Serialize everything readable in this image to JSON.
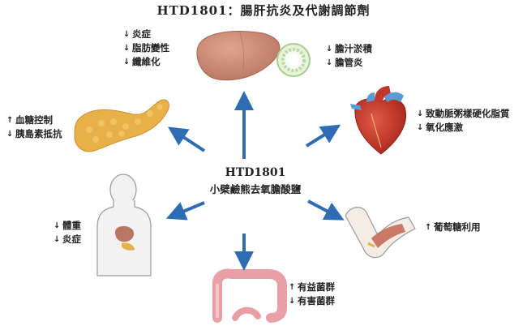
{
  "title": "HTD1801：腸肝抗炎及代謝調節劑",
  "center": {
    "name": "HTD1801",
    "subtitle": "小檗鹼熊去氧膽酸鹽"
  },
  "groups": {
    "liver": [
      {
        "arrow": "↓",
        "text": "炎症"
      },
      {
        "arrow": "↓",
        "text": "脂肪變性"
      },
      {
        "arrow": "↓",
        "text": "纖維化"
      }
    ],
    "bile": [
      {
        "arrow": "↓",
        "text": "膽汁淤積"
      },
      {
        "arrow": "↓",
        "text": "膽管炎"
      }
    ],
    "pancreas": [
      {
        "arrow": "↑",
        "text": "血糖控制"
      },
      {
        "arrow": "↓",
        "text": "胰島素抵抗"
      }
    ],
    "heart": [
      {
        "arrow": "↓",
        "text": "致動脈粥樣硬化脂質"
      },
      {
        "arrow": "↓",
        "text": "氧化應激"
      }
    ],
    "body": [
      {
        "arrow": "↓",
        "text": "體重"
      },
      {
        "arrow": "↓",
        "text": "炎症"
      }
    ],
    "muscle": [
      {
        "arrow": "↑",
        "text": "葡萄糖利用"
      }
    ],
    "gut": [
      {
        "arrow": "↑",
        "text": "有益菌群"
      },
      {
        "arrow": "↓",
        "text": "有害菌群"
      }
    ]
  },
  "colors": {
    "arrow_blue": "#2e6db4",
    "liver": "#c8876e",
    "pancreas": "#e8b048",
    "heart_red": "#c0392b",
    "heart_blue": "#5a9bd5",
    "gut": "#e8a0a6",
    "bile_ring": "#a6cf8e"
  }
}
